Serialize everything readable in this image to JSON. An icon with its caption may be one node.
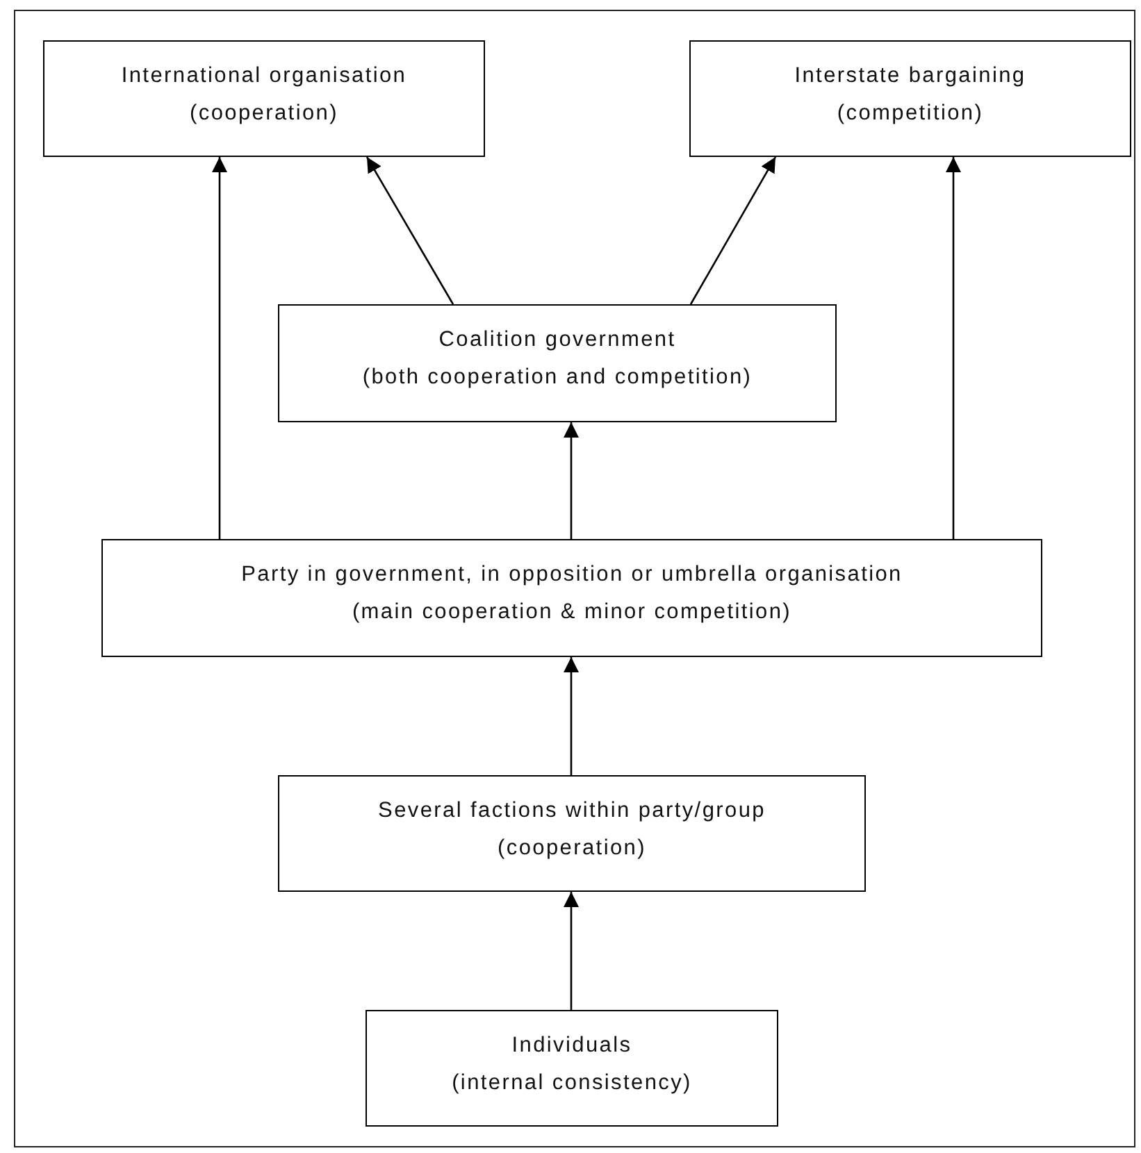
{
  "diagram": {
    "nodes": [
      {
        "text": [
          "International organisation",
          "(cooperation)"
        ]
      },
      {
        "text": [
          "Interstate bargaining",
          "(competition)"
        ]
      },
      {
        "text": [
          "Coalition government",
          "(both cooperation and competition)"
        ]
      },
      {
        "text": [
          "Party in government, in opposition or umbrella organisation",
          "(main cooperation & minor competition)"
        ]
      },
      {
        "text": [
          "Several factions within party/group",
          "(cooperation)"
        ]
      },
      {
        "text": [
          "Individuals",
          "(internal consistency)"
        ]
      }
    ],
    "edges": [
      {
        "from": 3,
        "to": 0,
        "arrow": "to"
      },
      {
        "from": 2,
        "to": 0,
        "arrow": "to"
      },
      {
        "from": 2,
        "to": 1,
        "arrow": "to"
      },
      {
        "from": 3,
        "to": 1,
        "arrow": "to"
      },
      {
        "from": 3,
        "to": 2,
        "arrow": "to"
      },
      {
        "from": 4,
        "to": 3,
        "arrow": "to"
      },
      {
        "from": 5,
        "to": 4,
        "arrow": "to"
      }
    ]
  }
}
